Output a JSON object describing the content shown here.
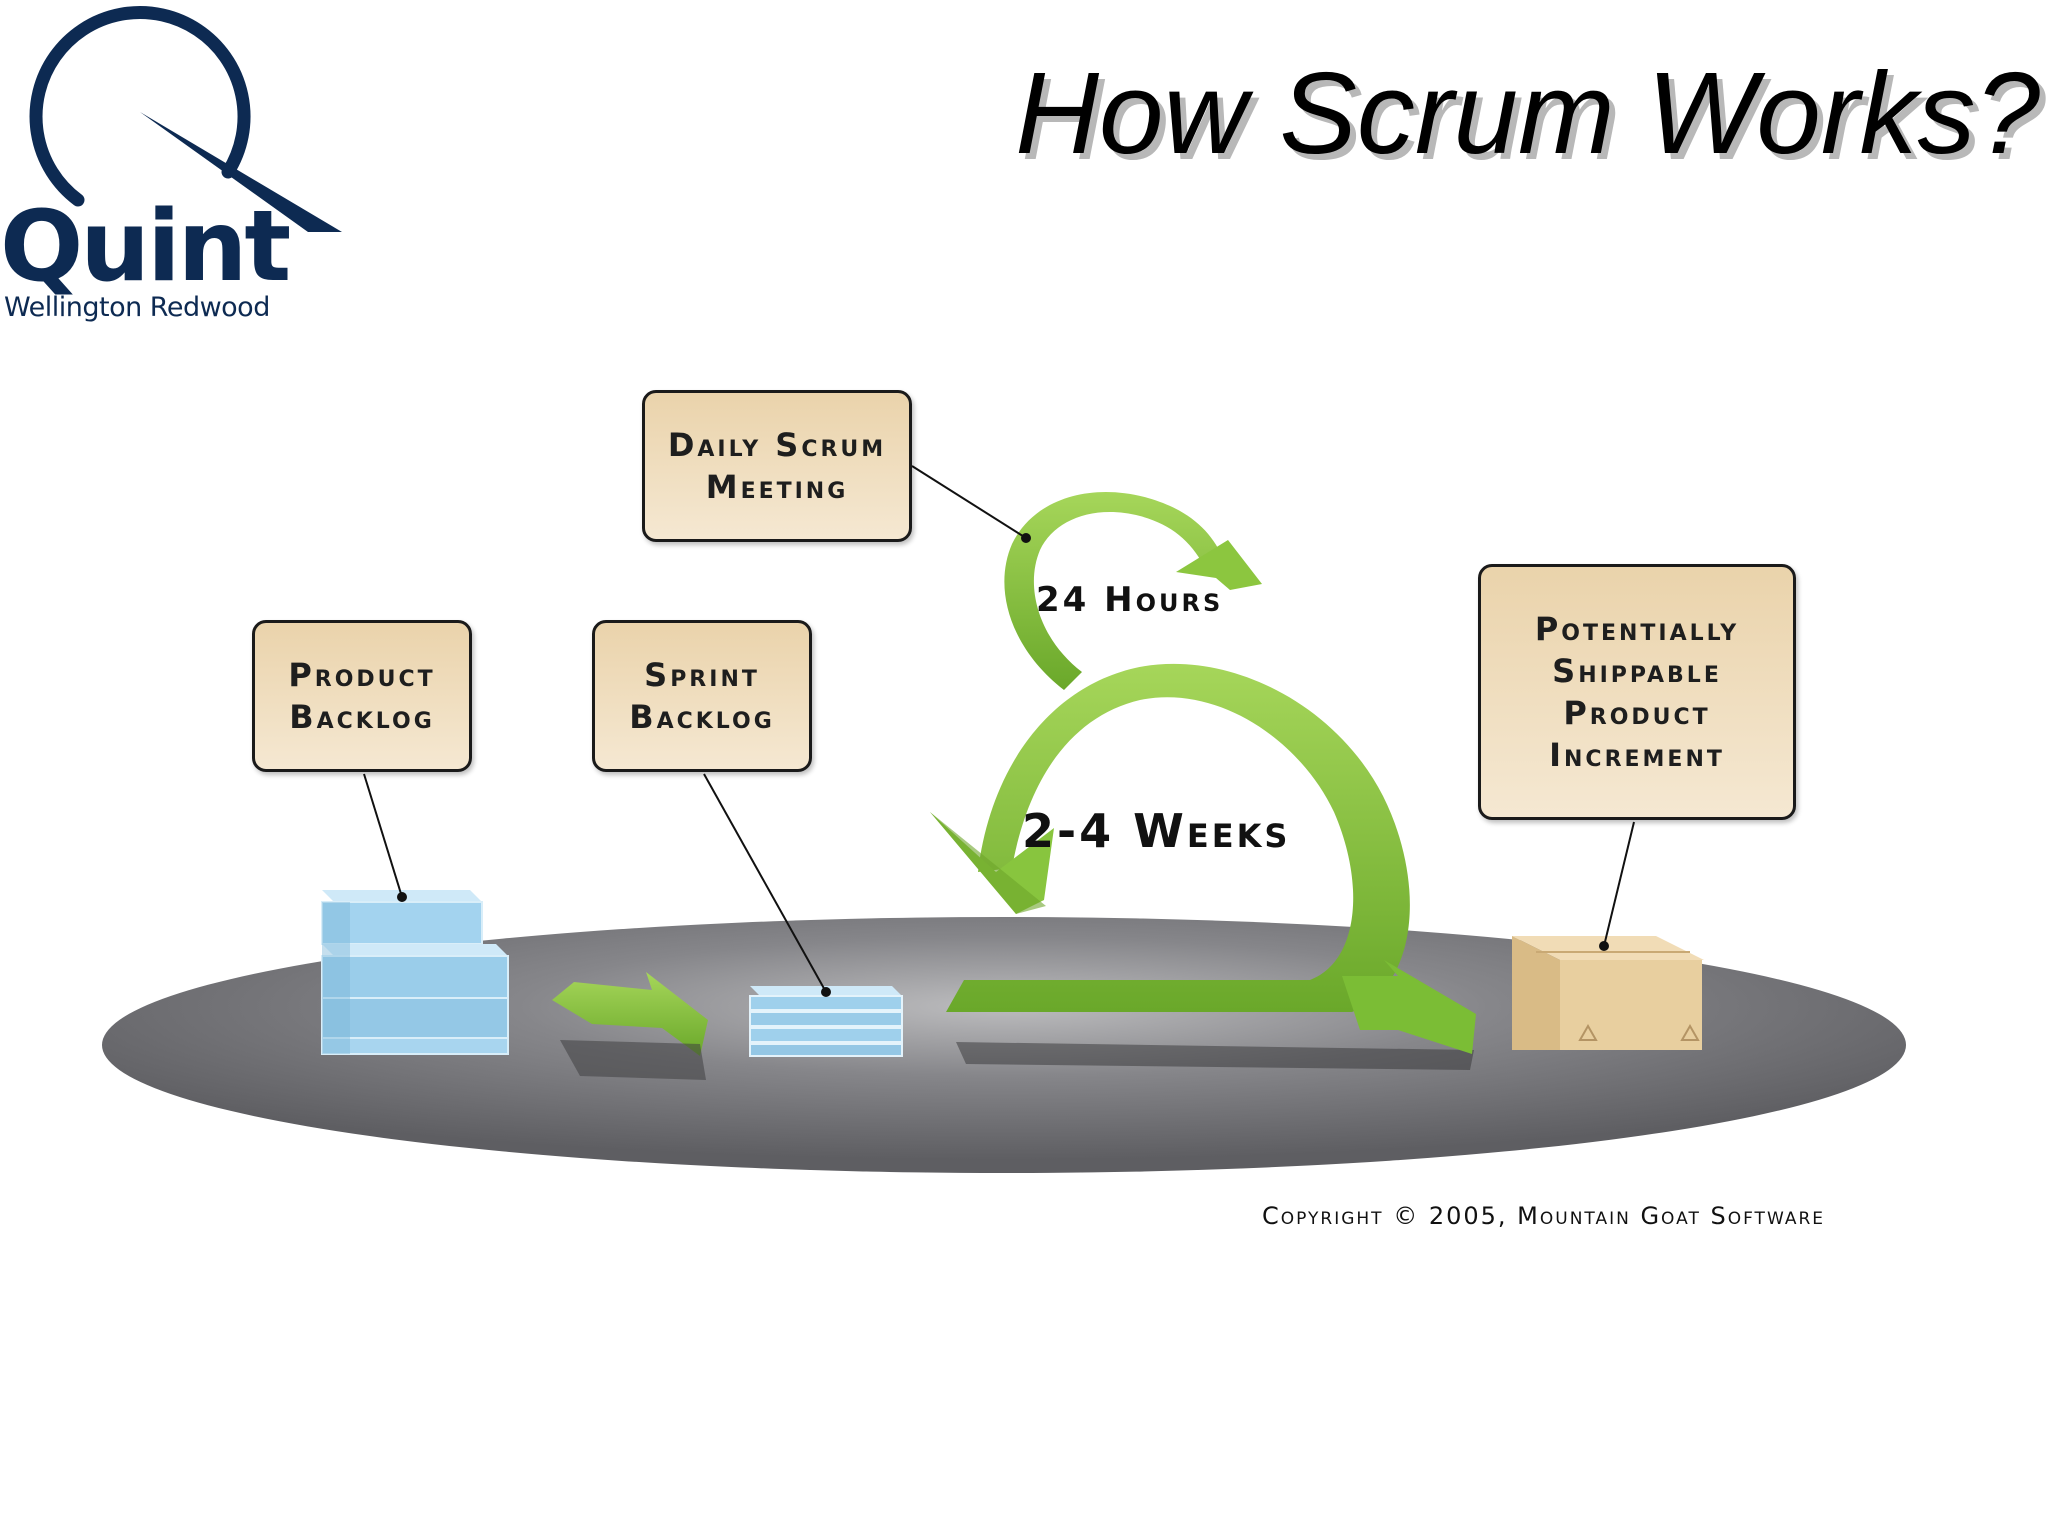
{
  "header": {
    "title": "How Scrum Works?",
    "logo_word": "Quint",
    "logo_subtitle": "Wellington Redwood",
    "logo_color": "#0d2a52"
  },
  "diagram": {
    "boxes": {
      "product_backlog": [
        "Product",
        "Backlog"
      ],
      "sprint_backlog": [
        "Sprint",
        "Backlog"
      ],
      "daily_scrum": [
        "Daily Scrum",
        "Meeting"
      ],
      "increment": [
        "Potentially",
        "Shippable",
        "Product",
        "Increment"
      ]
    },
    "labels": {
      "daily_cycle": "24 Hours",
      "sprint_cycle": "2-4 Weeks"
    },
    "colors": {
      "arrow_green": "#8cc63f",
      "box_fill": "#ead3ab",
      "backlog_blue": "#9fd0ec",
      "platform_gray": "#6a6a6c"
    },
    "icons": [
      "backlog-blocks-icon",
      "sprint-stack-icon",
      "shipping-box-icon"
    ]
  },
  "footer": {
    "copyright": "Copyright © 2005, Mountain Goat Software"
  }
}
